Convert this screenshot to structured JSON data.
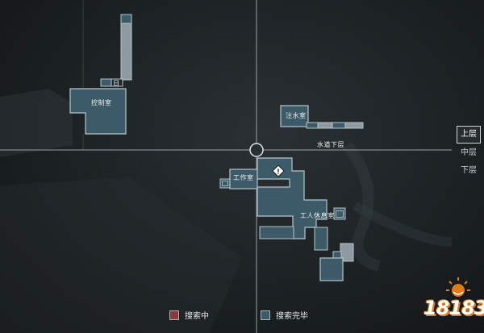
{
  "map": {
    "rooms": {
      "control_room": "控制室",
      "control_room_door": "日",
      "water_room": "注水室",
      "sewer_lower": "水道下层",
      "workroom": "工作室",
      "staff_lounge": "工人休息室"
    },
    "player_marker": "player-position",
    "item_marker": "!"
  },
  "floors": {
    "upper": "上层",
    "middle": "中层",
    "lower": "下层",
    "active": "upper"
  },
  "legend": {
    "searching": "搜索中",
    "searched": "搜索完毕"
  },
  "colors": {
    "room_fill": "#3d5a69",
    "room_border": "#b7c6cc",
    "searching": "#8a3a3a",
    "searched": "#3d5a69",
    "stairs": "#8e9aa0",
    "crosshair": "#9aa2a5"
  },
  "watermark": "18183"
}
